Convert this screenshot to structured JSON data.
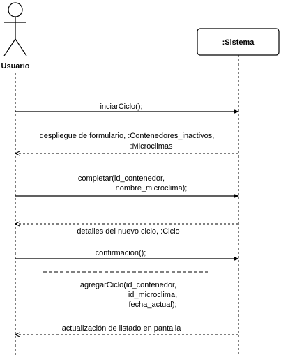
{
  "actor": {
    "name": "Usuario"
  },
  "system": {
    "name": ":Sistema"
  },
  "messages": [
    {
      "direction": "right",
      "dashed": false,
      "lines": [
        "inciarCiclo();"
      ]
    },
    {
      "direction": "left",
      "dashed": true,
      "lines": [
        "despliegue de formulario, :Contenedores_inactivos,",
        ":Microclimas"
      ]
    },
    {
      "direction": "right",
      "dashed": false,
      "lines": [
        "completar(id_contenedor,",
        "nombre_microclima);"
      ]
    },
    {
      "direction": "left",
      "dashed": true,
      "lines": [
        "detalles del nuevo ciclo, :Ciclo"
      ]
    },
    {
      "direction": "right",
      "dashed": false,
      "lines": [
        "confirmacion();"
      ]
    },
    {
      "direction": "left",
      "dashed": true,
      "lines": [
        "actualización de listado en pantalla"
      ]
    }
  ],
  "note": {
    "lines": [
      "agregarCiclo(id_contenedor,",
      "id_microclima,",
      "fecha_actual);"
    ]
  }
}
